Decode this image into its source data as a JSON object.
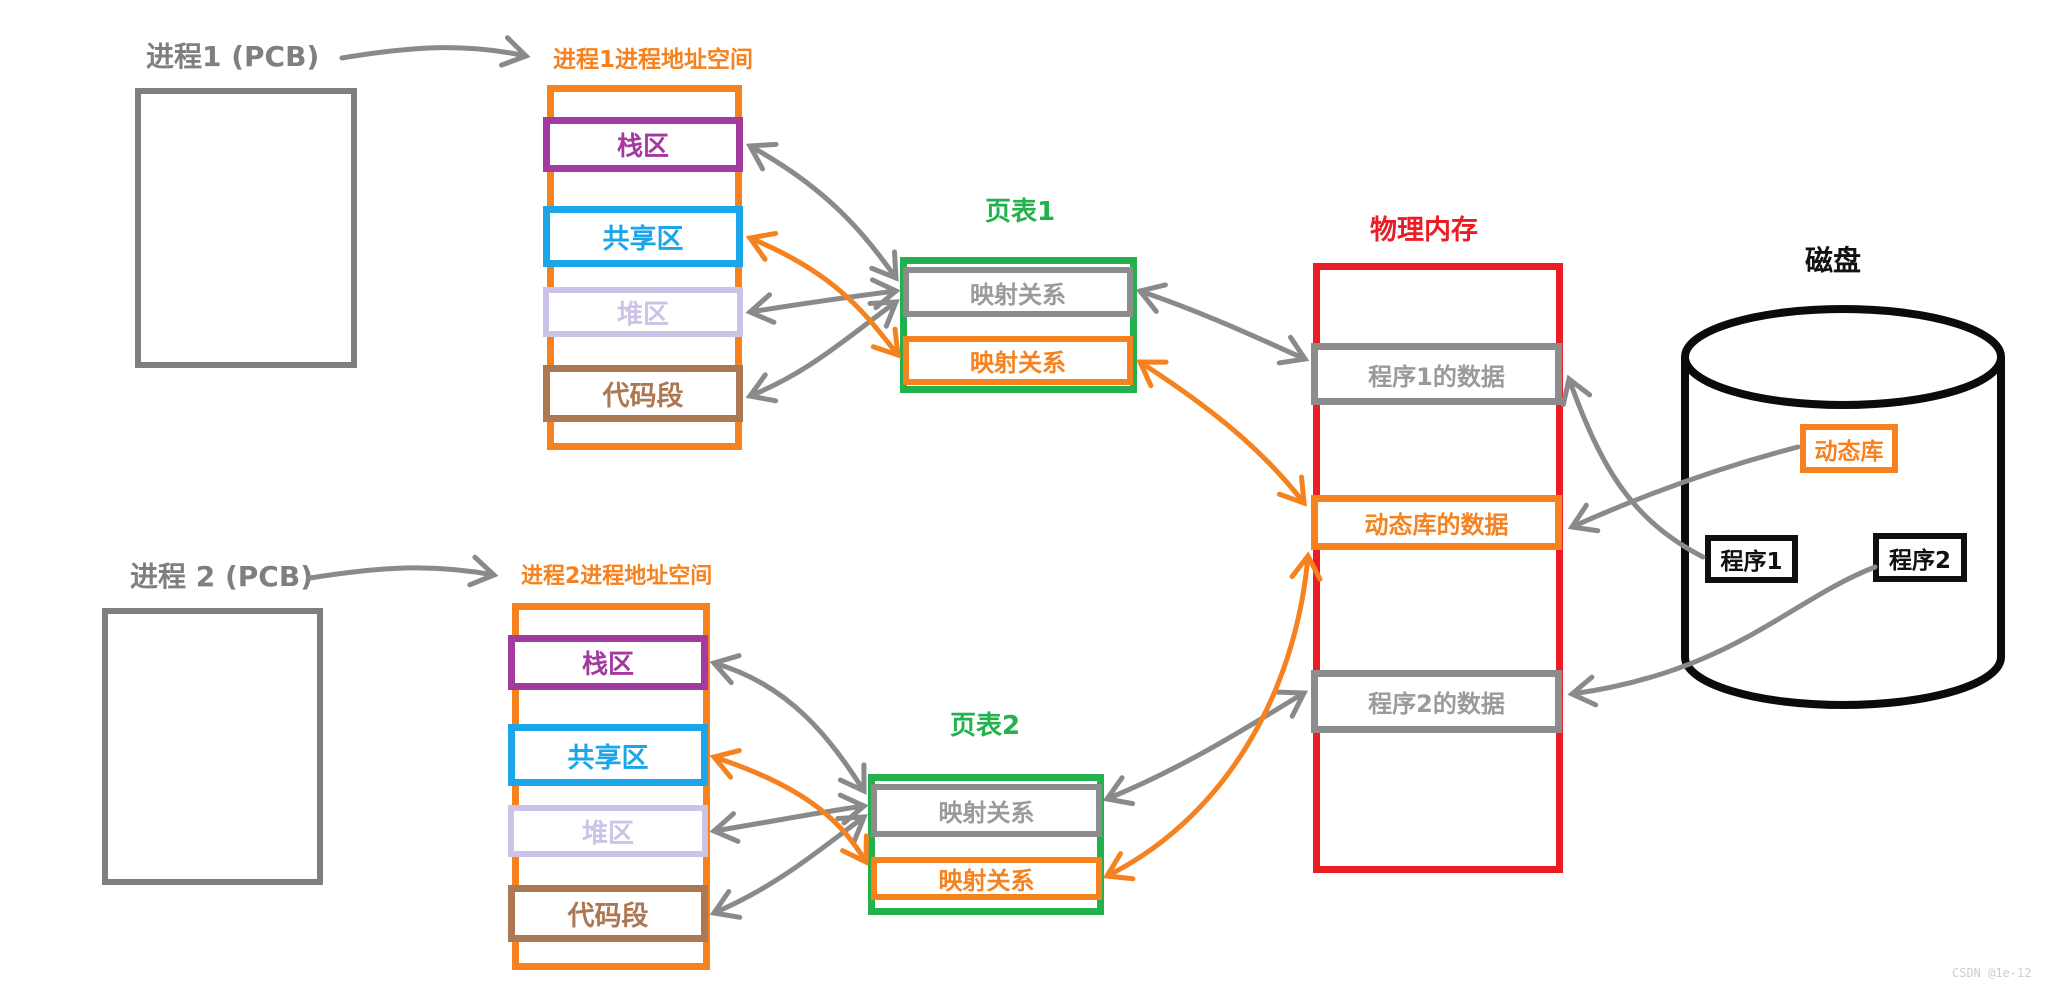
{
  "watermark": {
    "text": "CSDN @1e-12"
  },
  "colors": {
    "orange": "#F5821F",
    "purple": "#A23AA0",
    "blue": "#1BA6EA",
    "lavender": "#CDC3E8",
    "brown": "#AC7853",
    "green": "#22B14C",
    "red": "#ED1C24",
    "gray": "#8A8A8A",
    "black": "#111111"
  },
  "process1": {
    "pcb_label": "进程1 (PCB)",
    "space_title": "进程1进程地址空间",
    "segments": [
      {
        "label": "栈区"
      },
      {
        "label": "共享区"
      },
      {
        "label": "堆区"
      },
      {
        "label": "代码段"
      }
    ]
  },
  "process2": {
    "pcb_label": "进程 2 (PCB)",
    "space_title": "进程2进程地址空间",
    "segments": [
      {
        "label": "栈区"
      },
      {
        "label": "共享区"
      },
      {
        "label": "堆区"
      },
      {
        "label": "代码段"
      }
    ]
  },
  "page_table1": {
    "title": "页表1",
    "rows": [
      {
        "label": "映射关系"
      },
      {
        "label": "映射关系"
      }
    ]
  },
  "page_table2": {
    "title": "页表2",
    "rows": [
      {
        "label": "映射关系"
      },
      {
        "label": "映射关系"
      }
    ]
  },
  "memory": {
    "title": "物理内存",
    "blocks": [
      {
        "label": "程序1的数据"
      },
      {
        "label": "动态库的数据"
      },
      {
        "label": "程序2的数据"
      }
    ]
  },
  "disk": {
    "title": "磁盘",
    "items": [
      {
        "label": "动态库"
      },
      {
        "label": "程序1"
      },
      {
        "label": "程序2"
      }
    ]
  }
}
